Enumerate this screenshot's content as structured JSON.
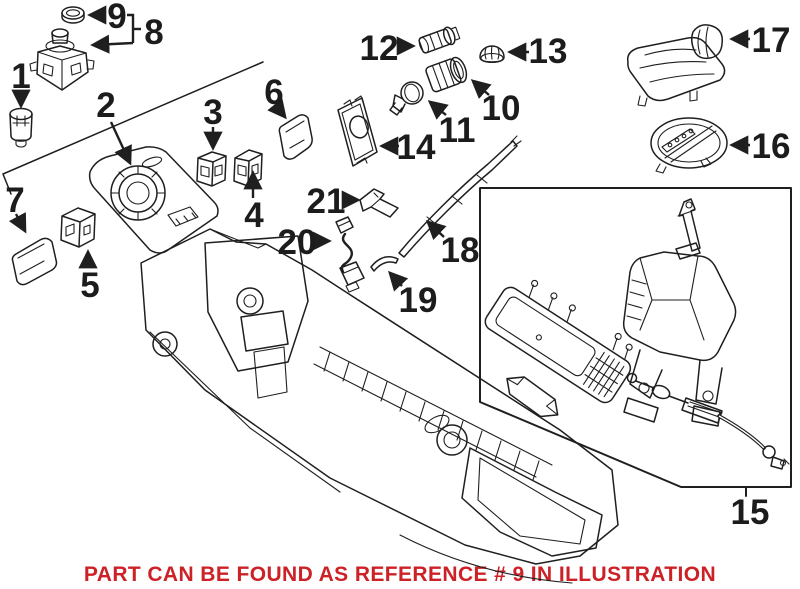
{
  "page": {
    "background": "#ffffff",
    "line_color": "#1f1f1f"
  },
  "diagram": {
    "kind": "exploded-parts-illustration",
    "callouts": [
      {
        "ref": "1",
        "name": "bulb-socket"
      },
      {
        "ref": "2",
        "name": "control-panel-trim"
      },
      {
        "ref": "3",
        "name": "switch"
      },
      {
        "ref": "4",
        "name": "switch"
      },
      {
        "ref": "5",
        "name": "switch"
      },
      {
        "ref": "6",
        "name": "switch-blank"
      },
      {
        "ref": "7",
        "name": "switch-blank"
      },
      {
        "ref": "8",
        "name": "rotary-control"
      },
      {
        "ref": "9",
        "name": "control-knob-cap"
      },
      {
        "ref": "10",
        "name": "power-outlet-socket"
      },
      {
        "ref": "11",
        "name": "sensor"
      },
      {
        "ref": "12",
        "name": "lighter-element"
      },
      {
        "ref": "13",
        "name": "outlet-cap"
      },
      {
        "ref": "14",
        "name": "outlet-housing"
      },
      {
        "ref": "15",
        "name": "shifter-assembly"
      },
      {
        "ref": "16",
        "name": "shift-indicator-bezel"
      },
      {
        "ref": "17",
        "name": "shift-boot-and-knob"
      },
      {
        "ref": "18",
        "name": "trim-strip"
      },
      {
        "ref": "19",
        "name": "clip"
      },
      {
        "ref": "20",
        "name": "wiring-harness"
      },
      {
        "ref": "21",
        "name": "bracket"
      }
    ]
  },
  "footer": {
    "text": "PART CAN BE FOUND AS REFERENCE # 9 IN ILLUSTRATION",
    "color": "#cc2127",
    "referenced_part": "9"
  }
}
